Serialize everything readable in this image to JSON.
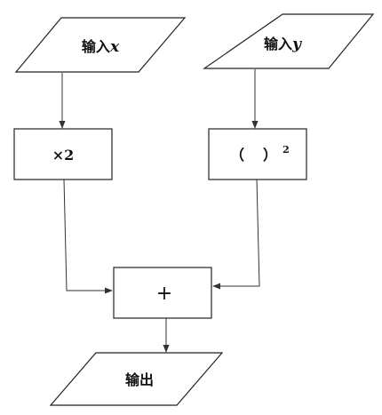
{
  "nodes": {
    "input_x": {
      "prefix": "输入",
      "variable": "x"
    },
    "input_y": {
      "prefix": "输入",
      "variable": "y"
    },
    "double": {
      "label": "×2"
    },
    "square": {
      "open_paren": "（",
      "close_paren": "）",
      "exponent": "2"
    },
    "add": {
      "label": "+"
    },
    "output": {
      "label": "输出"
    }
  },
  "colors": {
    "stroke": "#222222",
    "background": "#ffffff"
  }
}
